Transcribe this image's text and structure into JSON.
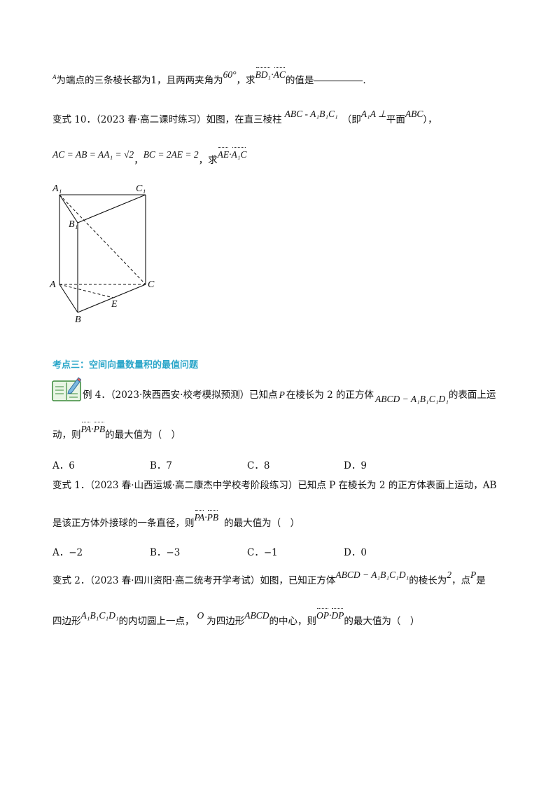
{
  "p1": {
    "a": "A",
    "text1": "为端点的三条棱长都为1，且两两夹角为",
    "angle": "60°",
    "text2": "，求",
    "vec1": "BD₁",
    "dot": "·",
    "vec2": "AC",
    "text3": "的值是",
    "end": "."
  },
  "p2": {
    "label": "变式 10．（2023 春·高二课时练习）如图，在直三棱柱",
    "prism": "ABC - A₁B₁C₁",
    "paren": "（即",
    "perp": "A₁A ⊥",
    "plane": "平面",
    "abc": "ABC",
    "close": "），"
  },
  "p3": {
    "eq1": "AC = AB = AA₁ = √2",
    "sep": "，",
    "eq2": "BC = 2AE = 2",
    "ask": "，求",
    "vec1": "AE",
    "dot": "·",
    "vec2": "A₁C"
  },
  "figure": {
    "A1": "A₁",
    "C1": "C₁",
    "B1": "B₁",
    "A": "A",
    "C": "C",
    "E": "E",
    "B": "B"
  },
  "section_title": "考点三：空间向量数量积的最值问题",
  "ex4": {
    "label": "例 4．（2023·陕西西安·校考模拟预测）已知点",
    "p": "P",
    "mid": "在棱长为 2 的正方体",
    "cube": "ABCD − A₁B₁C₁D₁",
    "tail": "的表面上运",
    "line2a": "动，则",
    "vec1": "PA",
    "dot": "·",
    "vec2": "PB",
    "line2b": "的最大值为（　）"
  },
  "ex4_options": [
    "A．6",
    "B．7",
    "C．8",
    "D．9"
  ],
  "v1": {
    "line1": "变式 1．（2023 春·山西运城·高二康杰中学校考阶段练习）已知点 P 在棱长为 2 的正方体表面上运动，AB",
    "line2a": "是该正方体外接球的一条直径，则",
    "vec1": "PA",
    "dot": "·",
    "vec2": "PB",
    "line2b": "的最大值为（　）"
  },
  "v1_options": [
    "A．−2",
    "B．−3",
    "C．−1",
    "D．0"
  ],
  "v2": {
    "label": "变式 2．（2023 春·四川资阳·高二统考开学考试）如图，已知正方体",
    "cube": "ABCD − A₁B₁C₁D₁",
    "mid": "的棱长为",
    "two": "2",
    "pt": "，点",
    "p": "P",
    "is": "是",
    "line2a": "四边形",
    "quad1": "A₁B₁C₁D₁",
    "line2b": "的内切圆上一点，",
    "o": "O",
    "line2c": "为四边形",
    "quad2": "ABCD",
    "line2d": "的中心，则",
    "vec1": "OP",
    "dot": "·",
    "vec2": "DP",
    "line2e": "的最大值为（　）"
  }
}
